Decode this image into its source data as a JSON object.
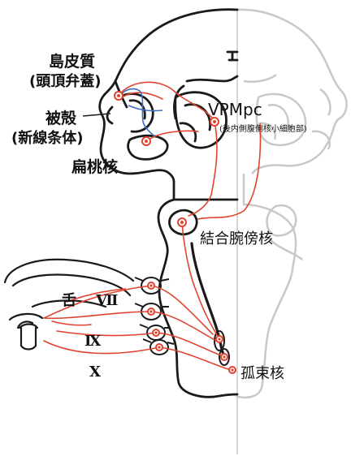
{
  "labels": {
    "insula_line1": "島皮質",
    "insula_line2": "(頭頂弁蓋)",
    "putamen_line1": "被殻",
    "putamen_line2": "(新線条体)",
    "amygdala": "扁桃核",
    "vpmpc": "VPMpc",
    "vpmpc_sub": "(後内側腹側核小細胞部)",
    "parabrachial": "結合腕傍核",
    "tongue": "舌",
    "nerve_vii": "Ⅶ",
    "nerve_ix": "Ⅸ",
    "nerve_x": "Ⅹ",
    "solitary": "孤束核"
  },
  "colors": {
    "outline": "#1a1a1a",
    "ghost_outline": "#c8c8c8",
    "pathway": "#e0442f",
    "blue_path": "#3a6fc4"
  }
}
